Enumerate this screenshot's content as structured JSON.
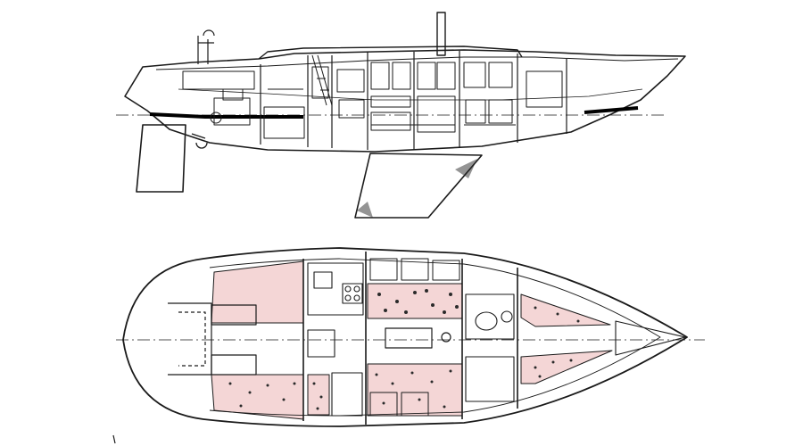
{
  "image": {
    "kind": "sailboat accommodation drawing",
    "views": [
      "profile-section",
      "plan-view"
    ]
  },
  "colors": {
    "background": "#ffffff",
    "line": "#1a1a1a",
    "berth_fill": "#f4d6d6",
    "speckle": "#2a2a2a"
  },
  "legend": []
}
